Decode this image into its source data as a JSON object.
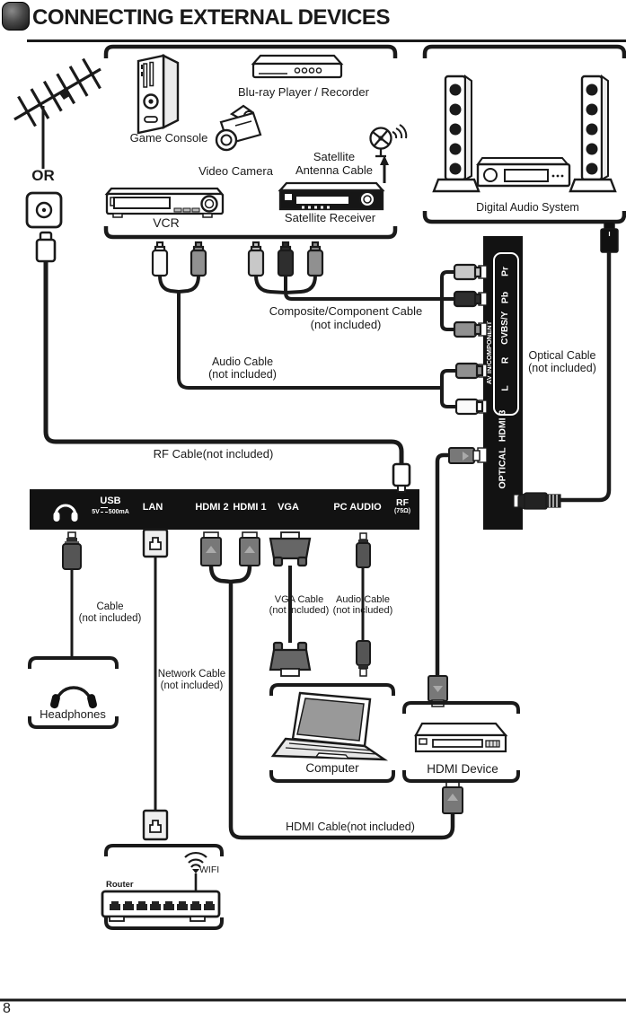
{
  "page": {
    "title": "CONNECTING EXTERNAL DEVICES",
    "page_number": "8",
    "or_label": "OR",
    "accent_color": "#121212"
  },
  "devices": {
    "game_console": "Game Console",
    "bluray": "Blu-ray Player / Recorder",
    "video_camera": "Video Camera",
    "satellite_cable_line1": "Satellite",
    "satellite_cable_line2": "Antenna Cable",
    "vcr": "VCR",
    "satellite_receiver": "Satellite Receiver",
    "digital_audio_system": "Digital Audio System",
    "headphones": "Headphones",
    "computer": "Computer",
    "hdmi_device": "HDMI Device",
    "router": "Router",
    "wifi": "WIFI"
  },
  "cables": {
    "composite": {
      "name": "Composite/Component Cable",
      "note": "(not included)"
    },
    "audio_av": {
      "name": "Audio Cable",
      "note": "(not included)"
    },
    "optical": {
      "name": "Optical Cable",
      "note": "(not included)"
    },
    "rf": {
      "name": "RF Cable(not included)"
    },
    "headphone": {
      "name": "Cable",
      "note": "(not included)"
    },
    "network": {
      "name": "Network Cable",
      "note": "(not included)"
    },
    "vga": {
      "name": "VGA Cable",
      "note": "(not included)"
    },
    "audio_pc": {
      "name": "Audio Cable",
      "note": "(not included)"
    },
    "hdmi": {
      "name": "HDMI Cable(not included)"
    }
  },
  "av_panel": {
    "group": "AV IN/COMPONENT",
    "pr": "Pr",
    "pb": "Pb",
    "cvbs": "CVBS/Y",
    "r": "R",
    "l": "L",
    "hdmi3": "HDMI 3",
    "optical": "OPTICAL"
  },
  "io_panel": {
    "usb": "USB",
    "usb_v": "5V",
    "usb_ma": "500mA",
    "lan": "LAN",
    "hdmi2": "HDMI 2",
    "hdmi1": "HDMI 1",
    "vga": "VGA",
    "pc_audio": "PC AUDIO",
    "rf": "RF",
    "rf_ohm": "(75Ω)"
  }
}
